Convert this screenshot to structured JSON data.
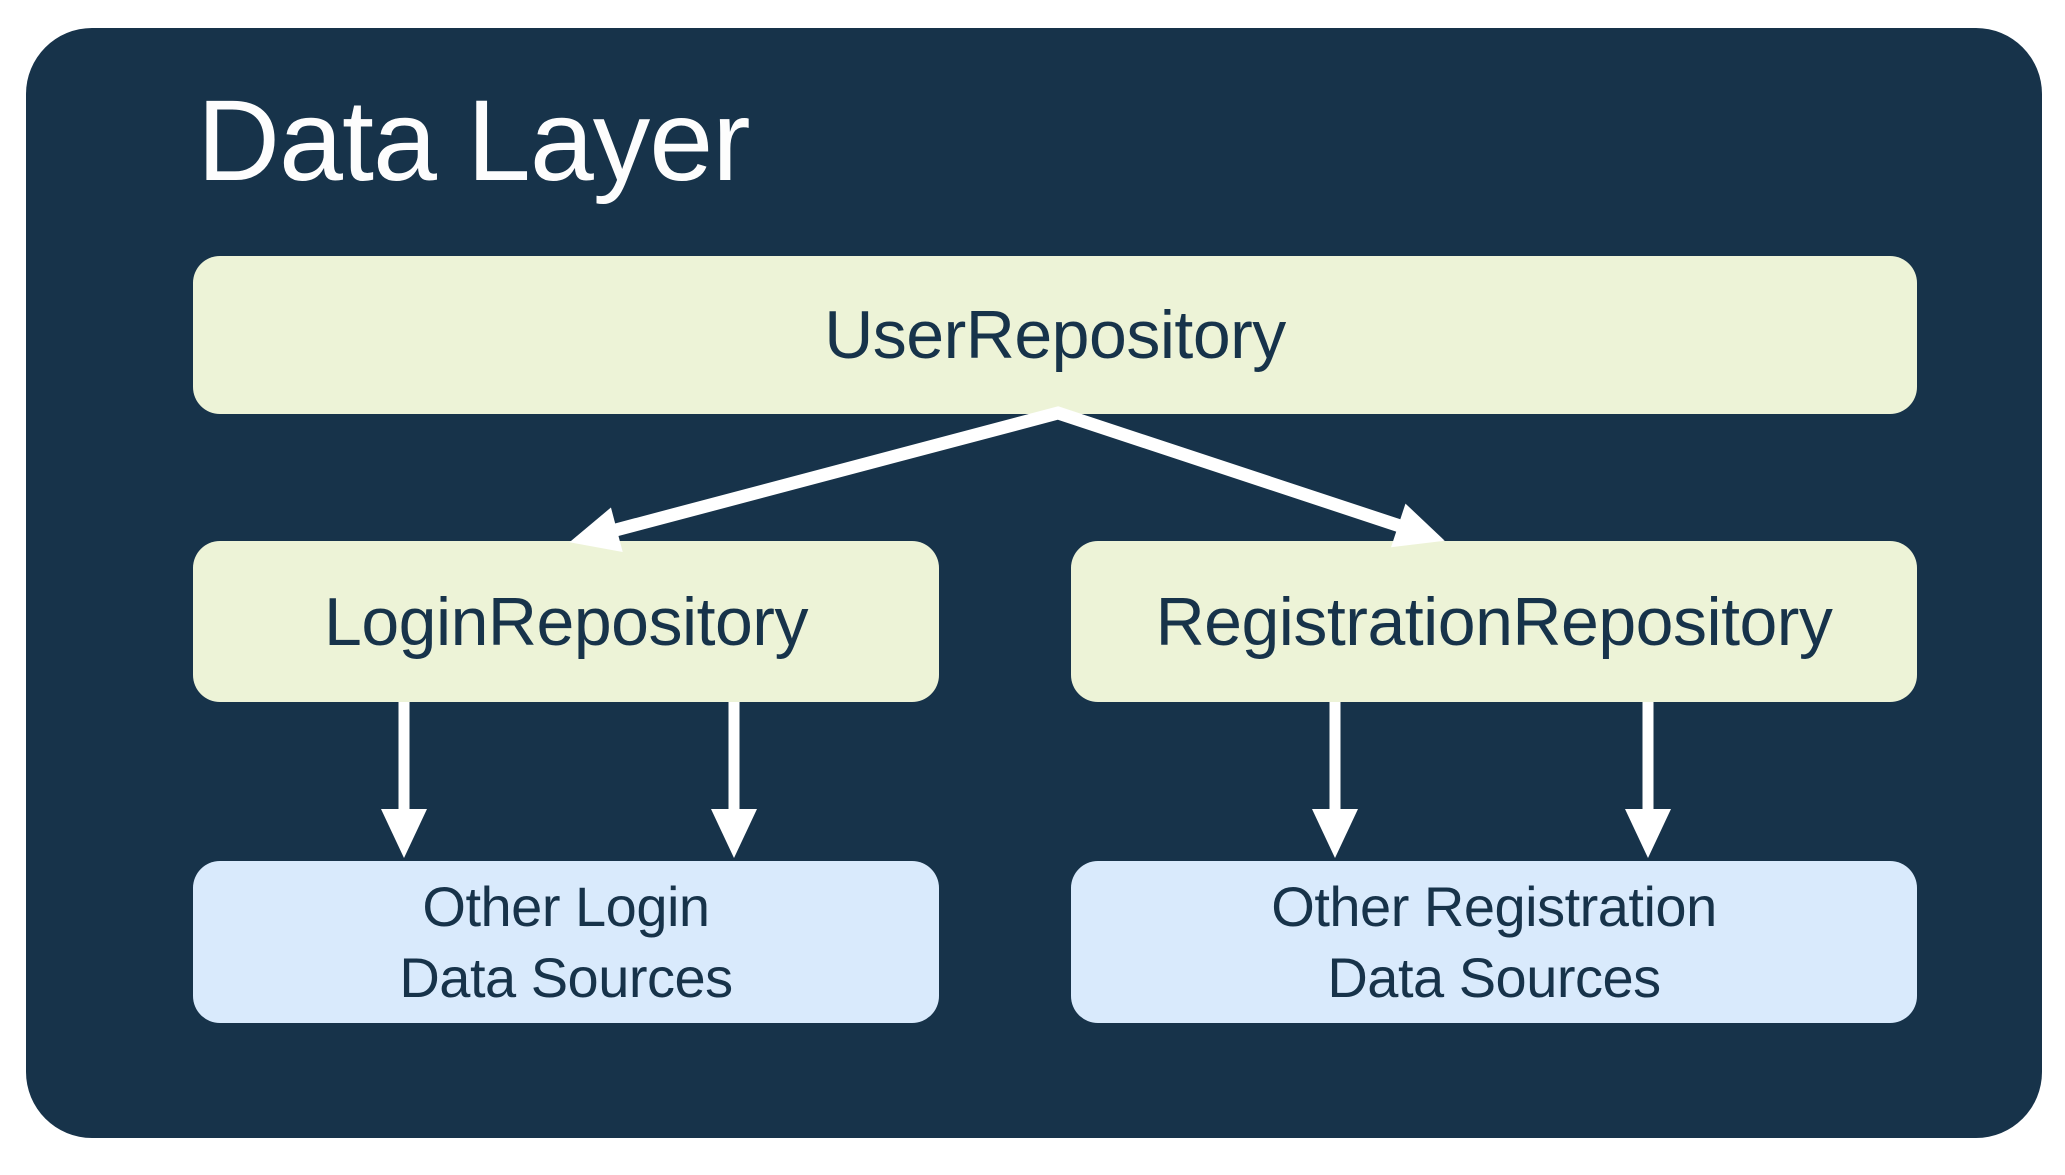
{
  "title": "Data Layer",
  "colors": {
    "canvas-bg": "#ffffff",
    "panel-bg": "#17334a",
    "repo-box-bg": "#edf3d7",
    "source-box-bg": "#d9eafc",
    "box-text": "#17334a",
    "title-text": "#fdfdfd",
    "arrow": "#ffffff"
  },
  "nodes": {
    "user_repository": {
      "label": "UserRepository"
    },
    "login_repository": {
      "label": "LoginRepository"
    },
    "registration_repository": {
      "label": "RegistrationRepository"
    },
    "other_login_sources": {
      "line1": "Other Login",
      "line2": "Data Sources"
    },
    "other_registration_sources": {
      "line1": "Other Registration",
      "line2": "Data Sources"
    }
  },
  "edges": [
    {
      "from": "UserRepository",
      "to": "LoginRepository"
    },
    {
      "from": "UserRepository",
      "to": "RegistrationRepository"
    },
    {
      "from": "LoginRepository",
      "to": "Other Login Data Sources"
    },
    {
      "from": "LoginRepository",
      "to": "Other Login Data Sources"
    },
    {
      "from": "RegistrationRepository",
      "to": "Other Registration Data Sources"
    },
    {
      "from": "RegistrationRepository",
      "to": "Other Registration Data Sources"
    }
  ]
}
